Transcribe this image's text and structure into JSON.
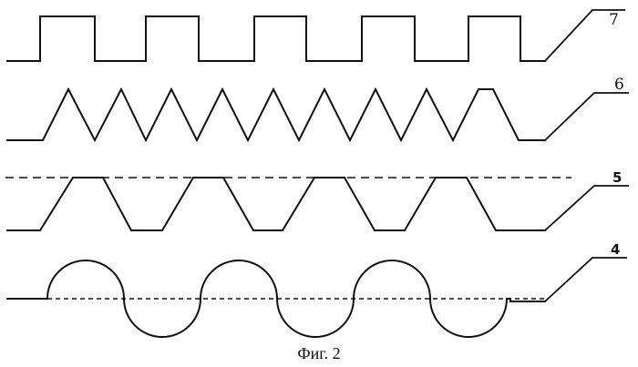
{
  "figure": {
    "caption": "Фиг. 2",
    "waveforms": [
      {
        "id": "square",
        "label": "7"
      },
      {
        "id": "triangle",
        "label": "6"
      },
      {
        "id": "trapezoid",
        "label": "5"
      },
      {
        "id": "semicircle",
        "label": "4"
      }
    ]
  }
}
